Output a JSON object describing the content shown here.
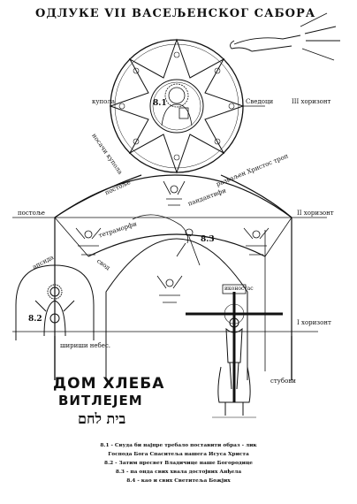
{
  "title": "ОДЛУКЕ VII ВАСЕЉЕНСКОГ САБОРА",
  "labels": {
    "kupola": "купола",
    "svedoci": "Сведоци",
    "horizont3": "III хоризонт",
    "nosachi": "носачи купола",
    "postolje": "постоље",
    "postolje2": "постоље",
    "razvaljen": "разваљен Христос троп",
    "pandantifi": "пандантифи",
    "tetramorfi": "тетраморфи",
    "horizont2": "II хоризонт",
    "apsida": "апсида",
    "svod": "свод",
    "ikonostas": "иконостас",
    "shira_nebes": "шириши небес.",
    "horizont1": "I хоризонт",
    "stubovi": "стубови"
  },
  "numbers": {
    "n81": "8.1",
    "n82": "8.2",
    "n83": "8.3"
  },
  "handwriting": {
    "line1": "ДОМ ХЛЕБА",
    "line2": "ВИТЛЕЈЕМ",
    "line3": "בית לחם"
  },
  "captions": [
    "8.1 - Свуда би најпре требало поставити образ - лик",
    "Господа Бога Спаситеља нашега Исуса Христа",
    "8.2 - Затим пресвет Владичице наше Богородице",
    "8.3 - па онда свих хвала достојних Анђела",
    "8.4 - као и свих Светитеља Божјих"
  ]
}
